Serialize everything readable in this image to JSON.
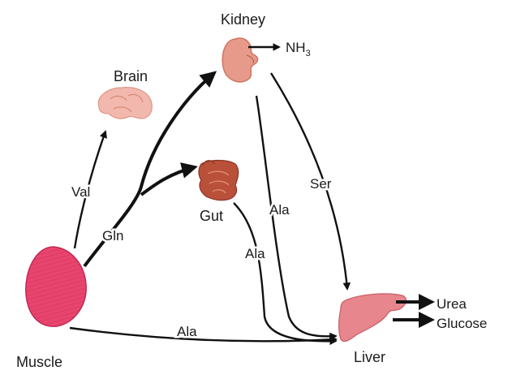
{
  "organs": {
    "kidney": "Kidney",
    "brain": "Brain",
    "gut": "Gut",
    "muscle": "Muscle",
    "liver": "Liver"
  },
  "flows": {
    "val": "Val",
    "gln": "Gln",
    "ala_kidney": "Ala",
    "ala_gut": "Ala",
    "ala_muscle": "Ala",
    "ser": "Ser"
  },
  "outputs": {
    "nh3_base": "NH",
    "nh3_sub": "3",
    "urea": "Urea",
    "glucose": "Glucose"
  },
  "colors": {
    "muscle": "#e8456e",
    "kidney": "#e89a8a",
    "brain": "#f2b8ae",
    "gut": "#b8503a",
    "liver": "#e7868c"
  }
}
